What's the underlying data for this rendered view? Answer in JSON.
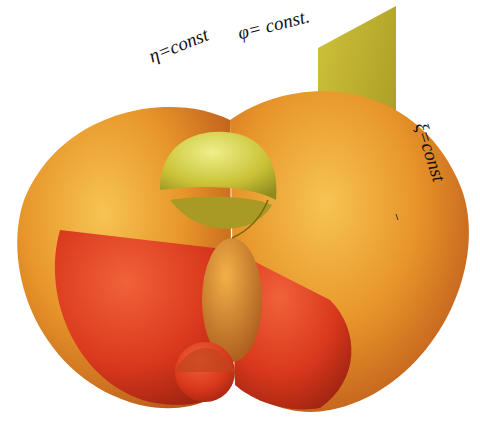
{
  "diagram": {
    "labels": [
      "η=const",
      "φ= const.",
      "ξ=const"
    ]
  }
}
